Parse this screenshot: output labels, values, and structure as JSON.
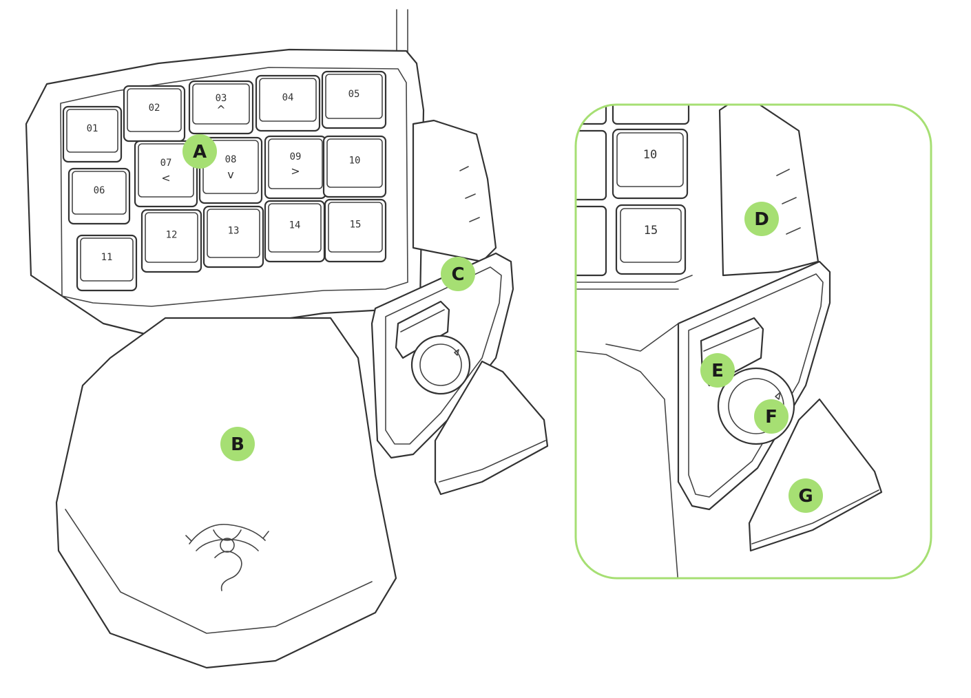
{
  "keys": [
    {
      "id": "01",
      "label": "01",
      "arrow": ""
    },
    {
      "id": "02",
      "label": "02",
      "arrow": ""
    },
    {
      "id": "03",
      "label": "03",
      "arrow": "^"
    },
    {
      "id": "04",
      "label": "04",
      "arrow": ""
    },
    {
      "id": "05",
      "label": "05",
      "arrow": ""
    },
    {
      "id": "06",
      "label": "06",
      "arrow": ""
    },
    {
      "id": "07",
      "label": "07",
      "arrow": "<"
    },
    {
      "id": "08",
      "label": "08",
      "arrow": "v"
    },
    {
      "id": "09",
      "label": "09",
      "arrow": ">"
    },
    {
      "id": "10",
      "label": "10",
      "arrow": ""
    },
    {
      "id": "11",
      "label": "11",
      "arrow": ""
    },
    {
      "id": "12",
      "label": "12",
      "arrow": ""
    },
    {
      "id": "13",
      "label": "13",
      "arrow": ""
    },
    {
      "id": "14",
      "label": "14",
      "arrow": ""
    },
    {
      "id": "15",
      "label": "15",
      "arrow": ""
    }
  ],
  "zoom_keys": [
    {
      "id": "10",
      "label": "10"
    },
    {
      "id": "15",
      "label": "15"
    }
  ],
  "callouts": {
    "a": "A",
    "b": "B",
    "c": "C",
    "d": "D",
    "e": "E",
    "f": "F",
    "g": "G"
  },
  "colors": {
    "callout": "#a6df73",
    "line": "#333333",
    "frame": "#a6df73"
  }
}
